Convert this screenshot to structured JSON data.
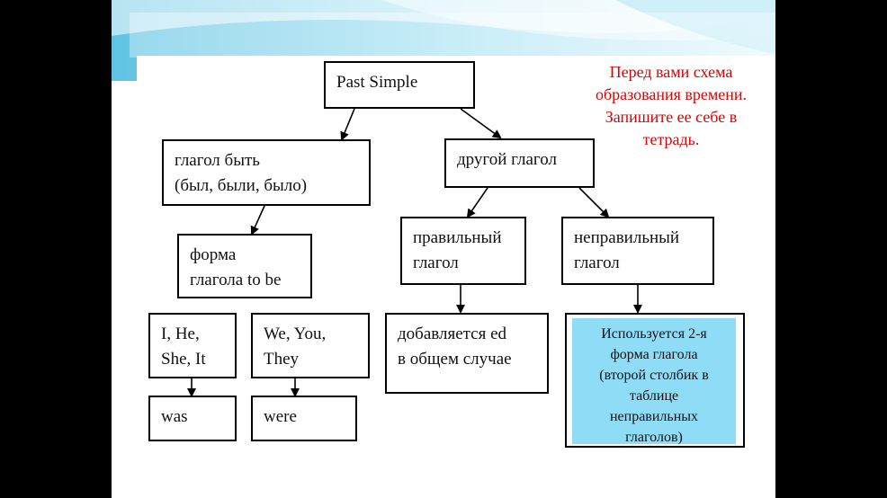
{
  "colors": {
    "background": "#000000",
    "slide": "#ffffff",
    "note_text": "#e00000",
    "highlight_box": "#8fdcf6",
    "banner": "#7ccfe6"
  },
  "note": "Перед вами схема\nобразования времени.\nЗапишите ее себе в\nтетрадь.",
  "nodes": {
    "past_simple": "Past Simple",
    "verb_to_be": "глагол быть\n(был, были, было)",
    "other_verb": "другой глагол",
    "form_to_be": "форма\nглагола to be",
    "regular_verb": "правильный\nглагол",
    "irregular_verb": "неправильный\nглагол",
    "singular_pronouns": "I, He,\nShe, It",
    "plural_pronouns": "We, You,\nThey",
    "was": "was",
    "were": "were",
    "regular_rule": "добавляется ed\nв общем случае",
    "irregular_rule": "Используется 2-я\nформа глагола\n(второй столбик в\nтаблице\nнеправильных\nглаголов)"
  }
}
